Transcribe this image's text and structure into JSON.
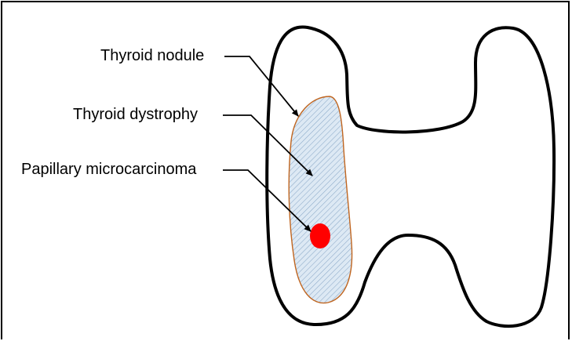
{
  "labels": {
    "nodule": "Thyroid nodule",
    "dystrophy": "Thyroid dystrophy",
    "microcarcinoma": "Papillary microcarcinoma"
  },
  "colors": {
    "outline": "#000000",
    "dystrophy_border": "#c0651f",
    "dystrophy_fill": "#dde9f4",
    "hatch": "#8aa9c8",
    "microcarcinoma": "#ff0000"
  }
}
